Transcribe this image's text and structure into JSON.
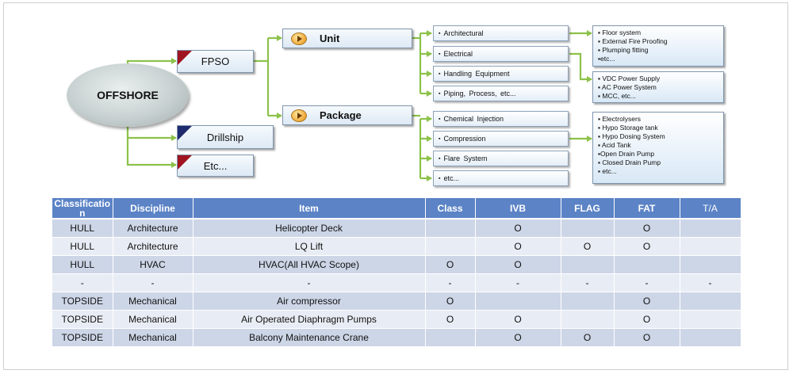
{
  "diagram": {
    "root": "OFFSHORE",
    "level1": [
      "FPSO",
      "Drillship",
      "Etc..."
    ],
    "level2": [
      "Unit",
      "Package"
    ],
    "unit_items": [
      "Architectural",
      "Electrical",
      "Handling  Equipment",
      "Piping,  Process,  etc..."
    ],
    "package_items": [
      "Chemical  Injection",
      "Compression",
      "Flare  System",
      "etc..."
    ],
    "architectural_details": [
      "▪ Floor system",
      "▪ External Fire Proofing",
      "▪ Plumping fitting",
      "▪etc..."
    ],
    "electrical_details": [
      "▪ VDC Power Supply",
      "▪ AC Power System",
      "▪ MCC, etc..."
    ],
    "chemical_details": [
      "▪ Electrolysers",
      "▪ Hypo Storage tank",
      "▪ Hypo Dosing System",
      "▪ Acid Tank",
      "▪Open Drain Pump",
      "▪ Closed Drain Pump",
      "▪ etc..."
    ],
    "bullet": "▪",
    "colors": {
      "connector": "#8cc24a",
      "flag_red": "#a01420",
      "flag_navy": "#1e2a6e",
      "header": "#5b83c6"
    }
  },
  "table": {
    "headers": [
      "Classification",
      "Discipline",
      "Item",
      "Class",
      "IVB",
      "FLAG",
      "FAT",
      "T/A"
    ],
    "rows": [
      [
        "HULL",
        "Architecture",
        "Helicopter Deck",
        "",
        "O",
        "",
        "O",
        ""
      ],
      [
        "HULL",
        "Architecture",
        "LQ Lift",
        "",
        "O",
        "O",
        "O",
        ""
      ],
      [
        "HULL",
        "HVAC",
        "HVAC(All  HVAC  Scope)",
        "O",
        "O",
        "",
        "",
        ""
      ],
      [
        "-",
        "-",
        "-",
        "-",
        "-",
        "-",
        "-",
        "-"
      ],
      [
        "TOPSIDE",
        "Mechanical",
        "Air compressor",
        "O",
        "",
        "",
        "O",
        ""
      ],
      [
        "TOPSIDE",
        "Mechanical",
        "Air Operated Diaphragm Pumps",
        "O",
        "O",
        "",
        "O",
        ""
      ],
      [
        "TOPSIDE",
        "Mechanical",
        "Balcony Maintenance Crane",
        "",
        "O",
        "O",
        "O",
        ""
      ]
    ]
  }
}
